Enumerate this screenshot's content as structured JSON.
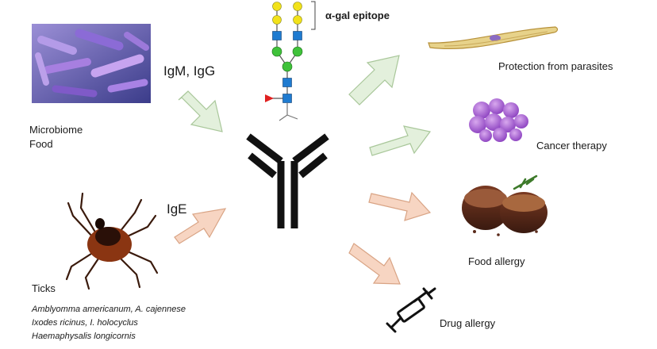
{
  "labels": {
    "microbiome": "Microbiome",
    "food": "Food",
    "igm_igg": "IgM, IgG",
    "ige": "IgE",
    "ticks": "Ticks",
    "tick_species": [
      "Amblyomma americanum, A. cajennese",
      "Ixodes ricinus, I. holocyclus",
      "Haemaphysalis longicornis"
    ],
    "epitope": "α-gal epitope",
    "outcomes": {
      "parasites": "Protection from parasites",
      "cancer": "Cancer therapy",
      "food_allergy": "Food allergy",
      "drug_allergy": "Drug allergy"
    }
  },
  "colors": {
    "green_arrow_fill": "#e3f0dc",
    "green_arrow_stroke": "#a9c79a",
    "salmon_arrow_fill": "#f7d5c2",
    "salmon_arrow_stroke": "#d9a485",
    "galactose_yellow": "#f2e21a",
    "glcnac_blue": "#1f7bd0",
    "galactose_green": "#3fc23a",
    "fucose_red": "#e02020",
    "antibody": "#111111"
  },
  "icons": {
    "microbiome": "bacteria-image",
    "tick": "tick-image",
    "antibody": "antibody-icon",
    "parasite": "parasite-image",
    "cancer": "cancer-cells-image",
    "steak": "steak-image",
    "syringe": "syringe-icon"
  }
}
